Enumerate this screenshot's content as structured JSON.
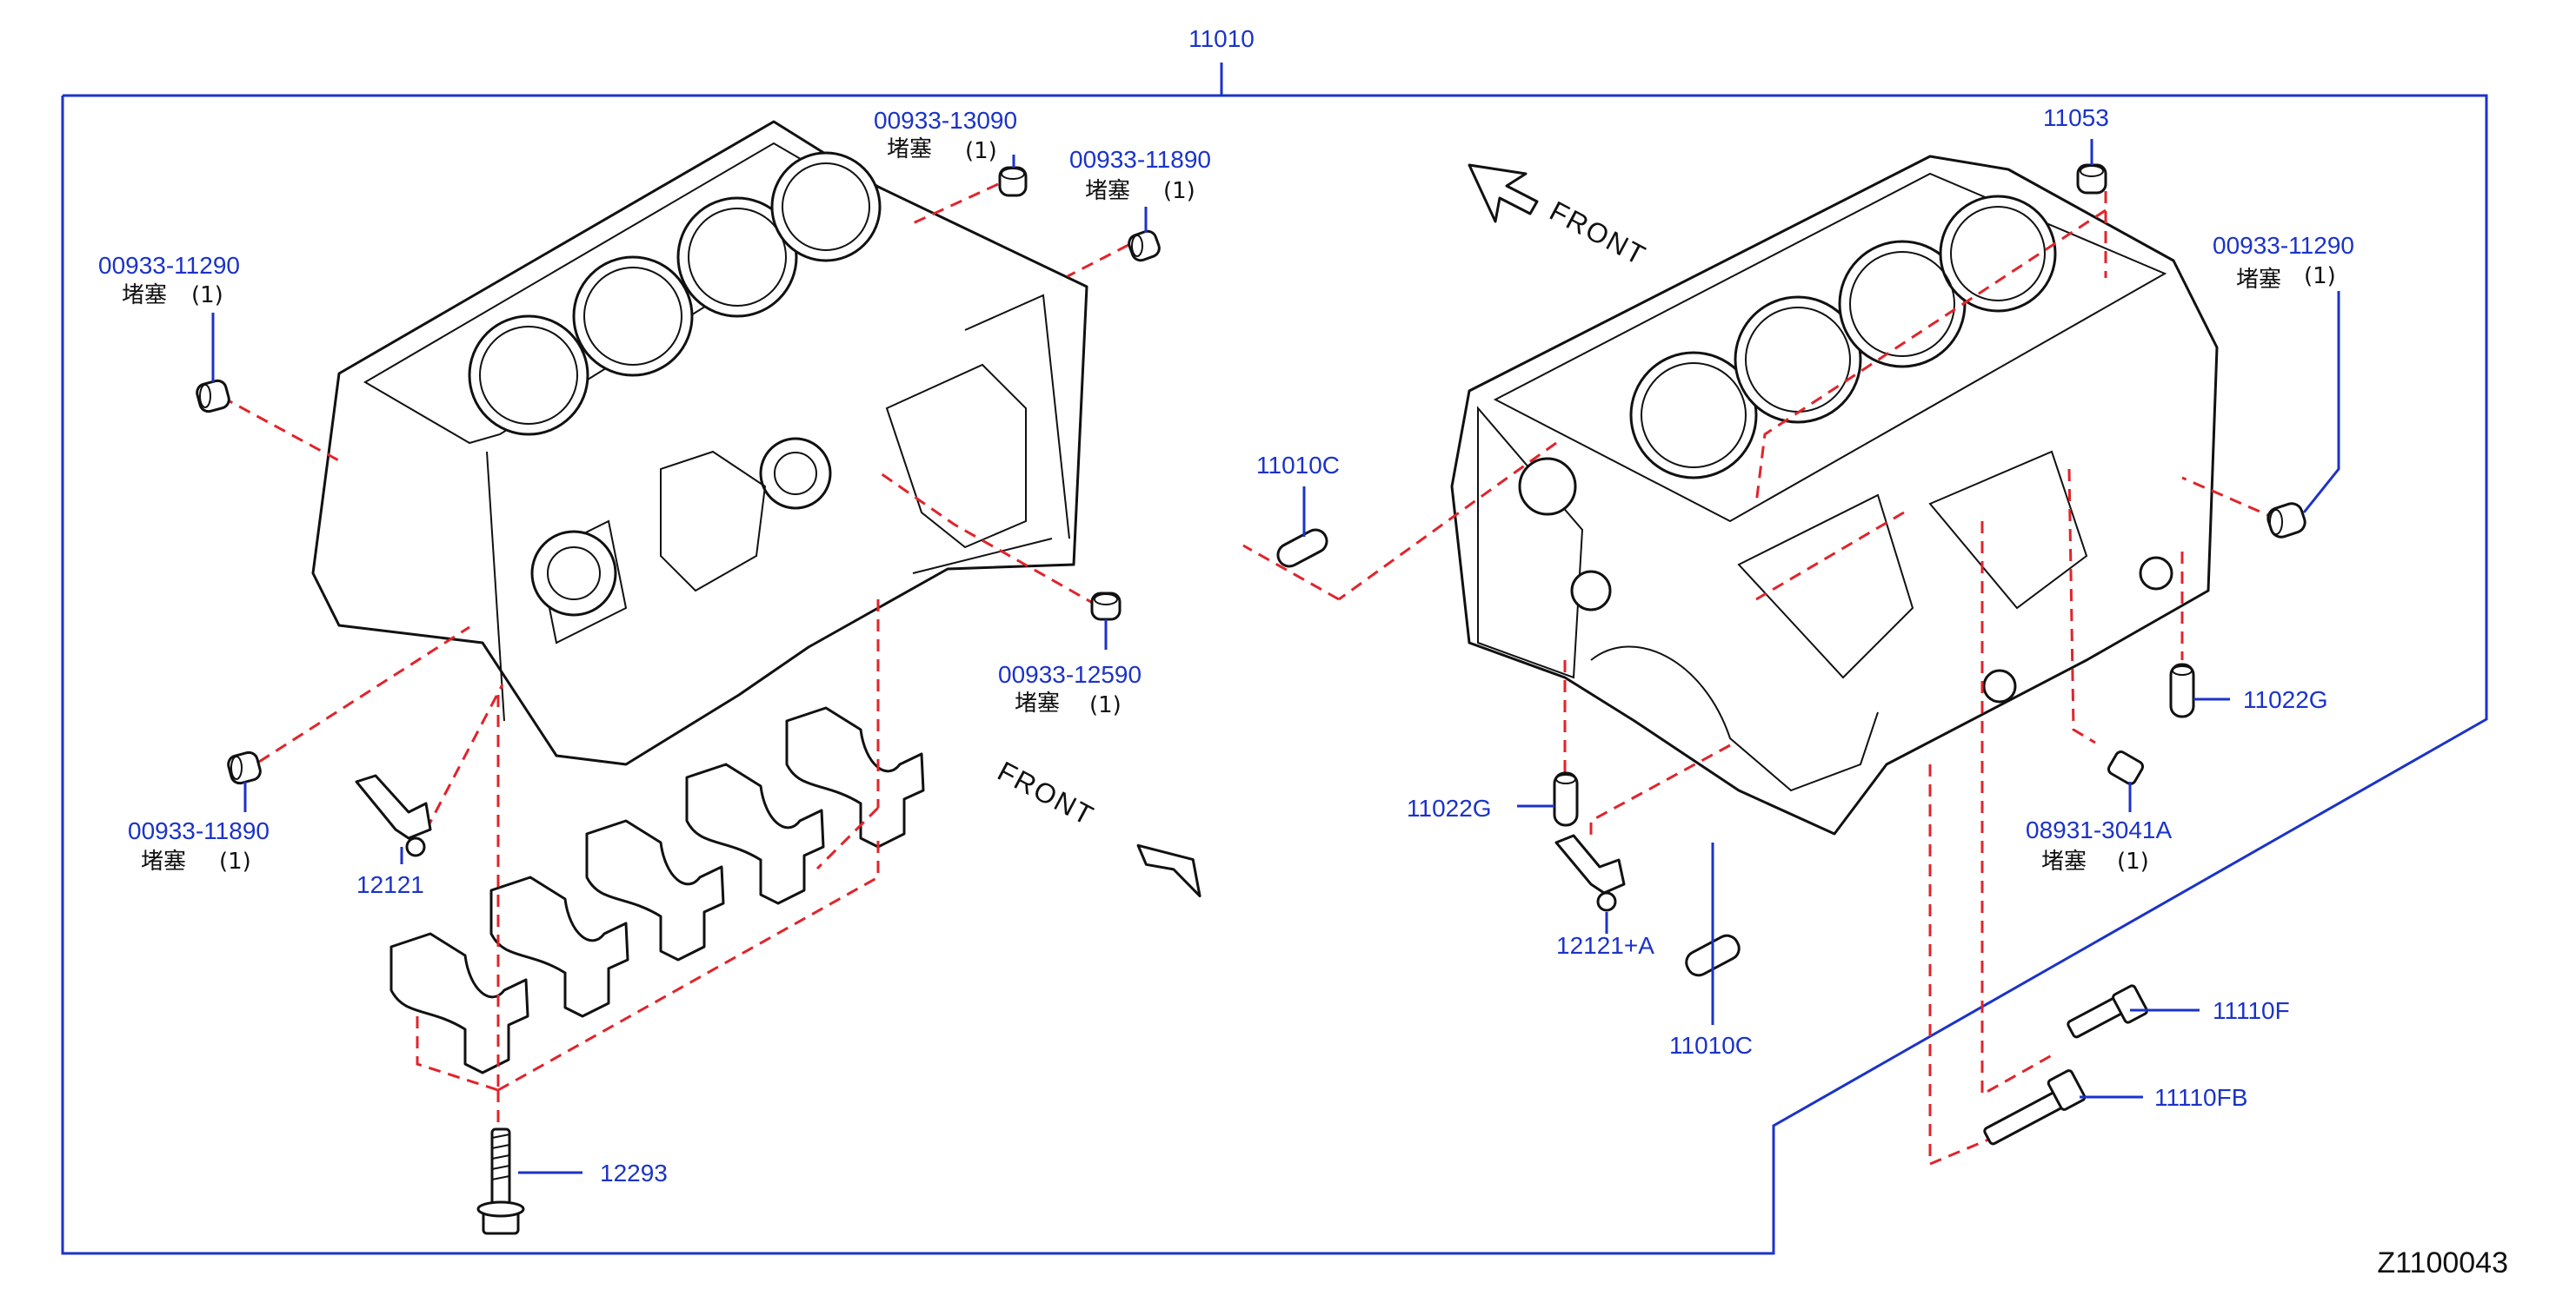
{
  "diagram": {
    "assembly_label": "11010",
    "reference_code": "Z1100043",
    "front_label": "FRONT",
    "colors": {
      "label": "#1b33c8",
      "leader": "#1b33c8",
      "guide": "#e0242b",
      "linework": "#111111"
    }
  },
  "callouts": {
    "plug_13090": {
      "part_no": "00933-13090",
      "name": "堵塞",
      "qty": "(1)"
    },
    "plug_11890_top": {
      "part_no": "00933-11890",
      "name": "堵塞",
      "qty": "(1)"
    },
    "plug_11290_left": {
      "part_no": "00933-11290",
      "name": "堵塞",
      "qty": "(1)"
    },
    "plug_12590": {
      "part_no": "00933-12590",
      "name": "堵塞",
      "qty": "(1)"
    },
    "plug_11890_bottom": {
      "part_no": "00933-11890",
      "name": "堵塞",
      "qty": "(1)"
    },
    "jet_12121": {
      "part_no": "12121"
    },
    "bolt_12293": {
      "part_no": "12293"
    },
    "plug_11053": {
      "part_no": "11053"
    },
    "plug_11290_right": {
      "part_no": "00933-11290",
      "name": "堵塞",
      "qty": "(1)"
    },
    "pin_11010c_top": {
      "part_no": "11010C"
    },
    "pin_11022g_right": {
      "part_no": "11022G"
    },
    "pin_11022g_left": {
      "part_no": "11022G"
    },
    "plug_3041a": {
      "part_no": "08931-3041A",
      "name": "堵塞",
      "qty": "(1)"
    },
    "jet_12121a": {
      "part_no": "12121+A"
    },
    "pin_11010c_bottom": {
      "part_no": "11010C"
    },
    "bolt_11110f": {
      "part_no": "11110F"
    },
    "bolt_11110fb": {
      "part_no": "11110FB"
    }
  }
}
